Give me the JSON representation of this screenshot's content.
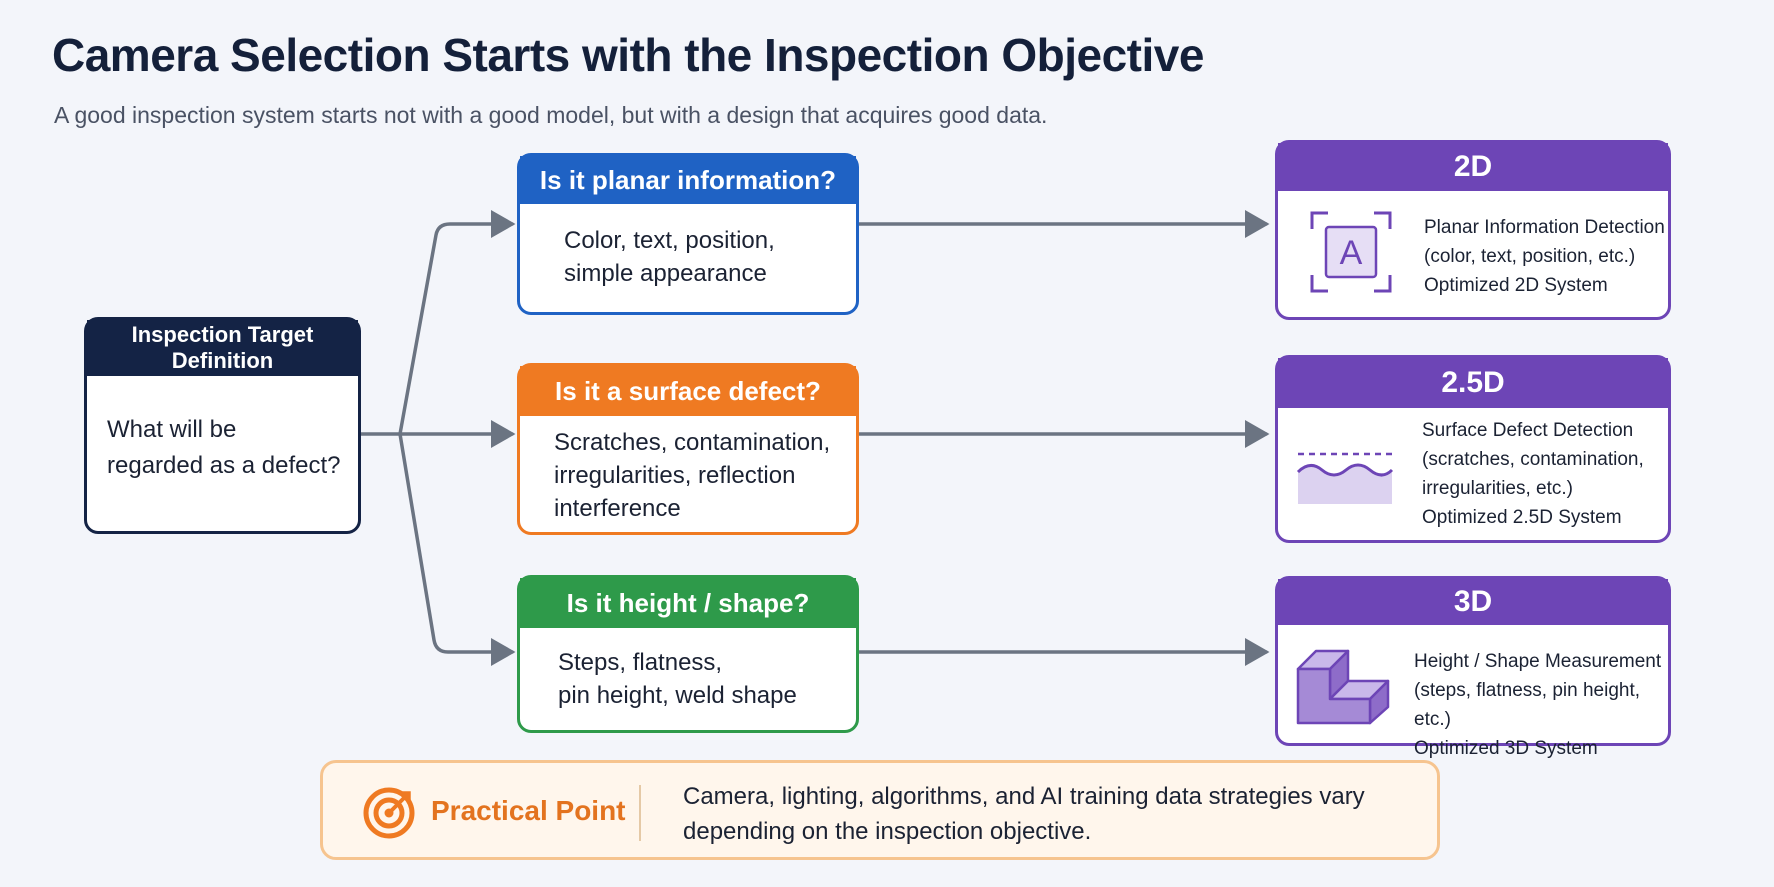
{
  "header": {
    "title": "Camera Selection Starts with the Inspection Objective",
    "subtitle": "A good inspection system starts not with a good model, but with a design that acquires good data."
  },
  "target": {
    "title": "Inspection Target Definition",
    "line1": "What will be",
    "line2": "regarded as a defect?"
  },
  "questions": [
    {
      "title": "Is it planar information?",
      "lines": [
        "Color, text, position,",
        "simple appearance"
      ],
      "color": "#1f62c4"
    },
    {
      "title": "Is it a surface defect?",
      "lines": [
        "Scratches, contamination,",
        "irregularities, reflection",
        "interference"
      ],
      "color": "#ef7a22"
    },
    {
      "title": "Is it height / shape?",
      "lines": [
        "Steps, flatness,",
        "pin height, weld shape"
      ],
      "color": "#2e9a4a"
    }
  ],
  "results": [
    {
      "title": "2D",
      "icon": "letter-a-frame-icon",
      "icon_letter": "A",
      "lines": [
        "Planar Information Detection",
        "(color, text, position, etc.)",
        "Optimized 2D System"
      ]
    },
    {
      "title": "2.5D",
      "icon": "surface-wave-icon",
      "lines": [
        "Surface Defect Detection",
        "(scratches, contamination,",
        "irregularities, etc.)",
        "Optimized 2.5D System"
      ]
    },
    {
      "title": "3D",
      "icon": "3d-step-block-icon",
      "lines": [
        "Height / Shape Measurement",
        "(steps, flatness, pin height, etc.)",
        "Optimized 3D System"
      ]
    }
  ],
  "practical_point": {
    "label": "Practical Point",
    "icon": "target-icon",
    "line1": "Camera, lighting, algorithms, and AI training data strategies vary",
    "line2": "depending on the inspection objective."
  },
  "colors": {
    "navy": "#142345",
    "blue": "#1f62c4",
    "orange": "#ef7a22",
    "green": "#2e9a4a",
    "purple": "#6d45b6",
    "connector": "#6b7482"
  }
}
